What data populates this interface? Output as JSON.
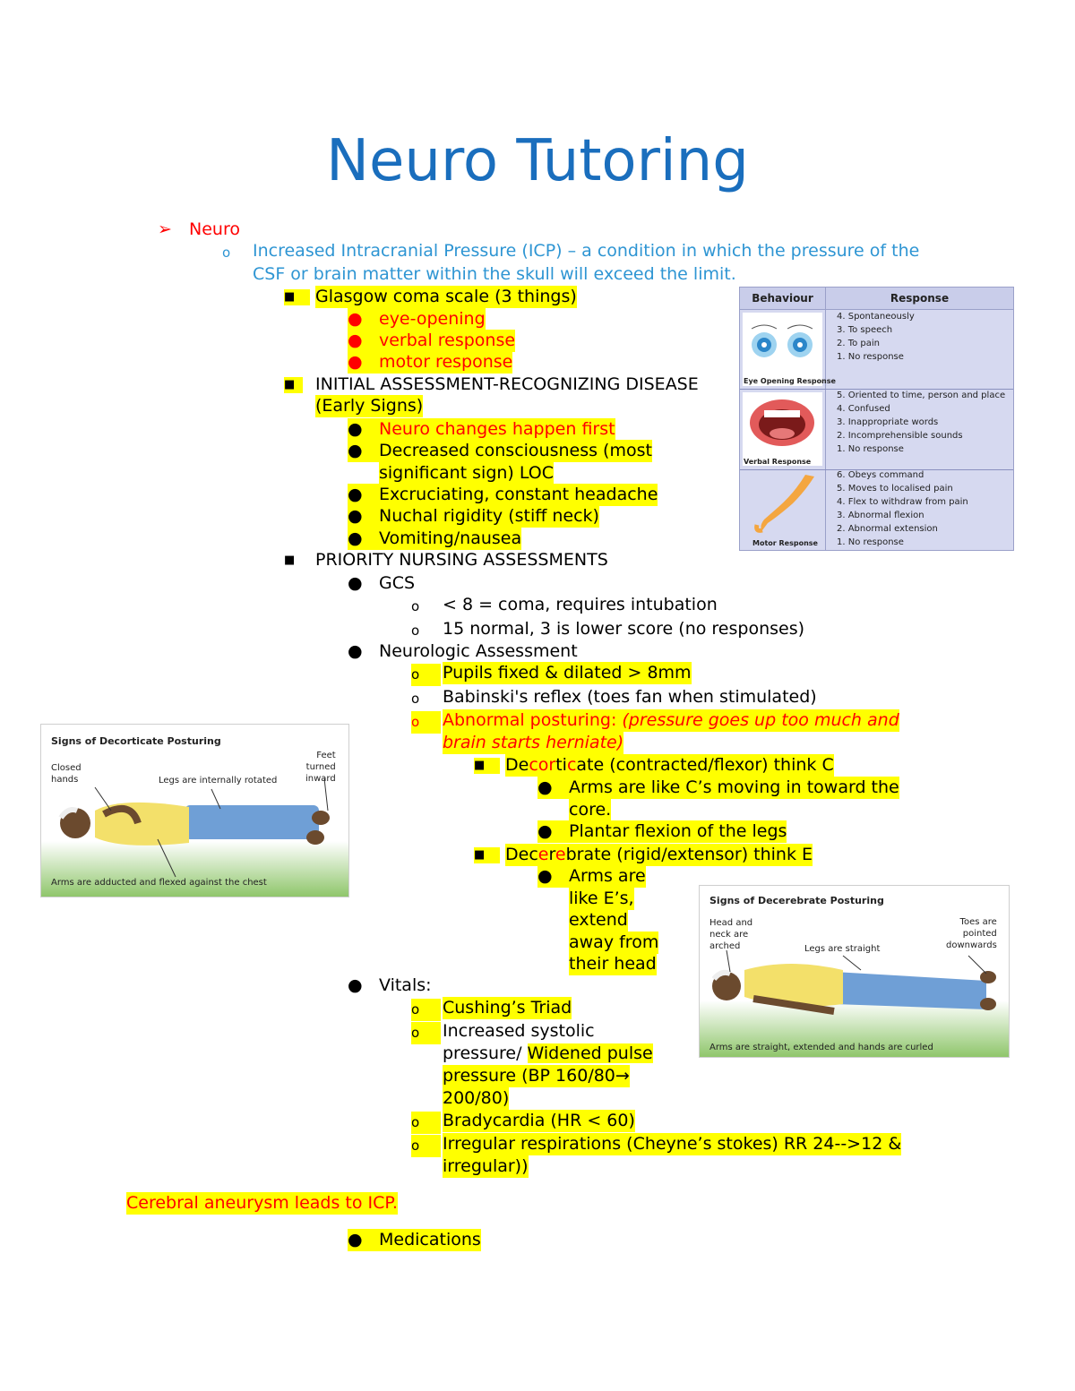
{
  "title": "Neuro Tutoring",
  "section": "Neuro",
  "icp_line1": "Increased Intracranial Pressure (ICP) – a condition in which the pressure of the",
  "icp_line2": "CSF or brain matter within the skull will exceed the limit.",
  "glasgow": {
    "heading": "Glasgow coma scale (3 things)",
    "items": [
      "eye-opening",
      "verbal response",
      "motor response"
    ]
  },
  "initial": {
    "line1": "INITIAL ASSESSMENT-RECOGNIZING DISEASE",
    "line2": "(Early Signs)",
    "items": [
      "Neuro changes happen first",
      "Decreased consciousness (most",
      "significant sign) LOC",
      "Excruciating, constant headache",
      "Nuchal rigidity (stiff neck)",
      "Vomiting/nausea"
    ]
  },
  "priority": {
    "heading": "PRIORITY NURSING ASSESSMENTS",
    "gcs": "GCS",
    "gcs_items": [
      "< 8 = coma, requires intubation",
      "15 normal, 3 is lower score (no responses)"
    ],
    "neuro": "Neurologic Assessment",
    "pupils": "Pupils fixed & dilated > 8mm",
    "babinski": "Babinski's reflex (toes fan when stimulated)",
    "posturing_label": "Abnormal posturing: ",
    "posturing_note1": "(pressure goes up too much and",
    "posturing_note2": "brain starts herniate)",
    "decort": {
      "p1": "De",
      "p2": "cor",
      "p3": "ti",
      "p4": "c",
      "p5": "ate",
      "rest": " (contracted/flexor) think C",
      "sub1a": "Arms are like C’s moving in toward the",
      "sub1b": "core.",
      "sub2": "Plantar flexion of the legs"
    },
    "decere": {
      "p1": "Dec",
      "p2": "e",
      "p3": "r",
      "p4": "e",
      "p5": "brate",
      "rest": " (rigid/extensor) think E",
      "sub": [
        "Arms are",
        "like E’s,",
        "extend",
        "away from",
        "their head"
      ]
    },
    "vitals": "Vitals:",
    "vitals_items": {
      "cushing": "Cushing’s Triad",
      "sys1": "Increased systolic",
      "sys2a": "pressure/ ",
      "sys2b": "Widened pulse",
      "sys3": "pressure (BP 160/80→",
      "sys4": "200/80)",
      "brady": "Bradycardia (HR < 60)",
      "resp1": "Irregular respirations (Cheyne’s stokes) RR 24-->12 &",
      "resp2": "irregular))"
    }
  },
  "aneurysm": "Cerebral aneurysm leads to ICP.",
  "medications": "Medications",
  "gcs_table": {
    "col1": "Behaviour",
    "col2": "Response",
    "eye": [
      "4. Spontaneously",
      "3. To speech",
      "2. To pain",
      "1. No response"
    ],
    "eye_caption": "Eye Opening Response",
    "verbal": [
      "5. Oriented to time, person and place",
      "4. Confused",
      "3. Inappropriate words",
      "2. Incomprehensible sounds",
      "1. No response"
    ],
    "verbal_caption": "Verbal Response",
    "motor": [
      "6. Obeys command",
      "5. Moves to localised pain",
      "4. Flex to withdraw from pain",
      "3. Abnormal flexion",
      "2. Abnormal extension",
      "1. No response"
    ],
    "motor_caption": "Motor Response"
  },
  "decorticate_fig": {
    "title": "Signs of Decorticate Posturing",
    "closed": "Closed\nhands",
    "legs": "Legs are internally rotated",
    "feet": "Feet\nturned\ninward",
    "arms": "Arms are adducted and flexed against the chest"
  },
  "decerebrate_fig": {
    "title": "Signs of Decerebrate Posturing",
    "head": "Head and\nneck are\narched",
    "legs": "Legs are straight",
    "toes": "Toes are\npointed\ndownwards",
    "arms": "Arms are straight, extended and hands are curled"
  },
  "colors": {
    "title": "#1a6ebd",
    "blue_text": "#2e95d3",
    "red": "#ff0000",
    "highlight": "#ffff00"
  },
  "icons": [
    "arrow-bullet-icon",
    "hollow-circle-bullet-icon",
    "square-bullet-icon",
    "round-bullet-icon"
  ]
}
